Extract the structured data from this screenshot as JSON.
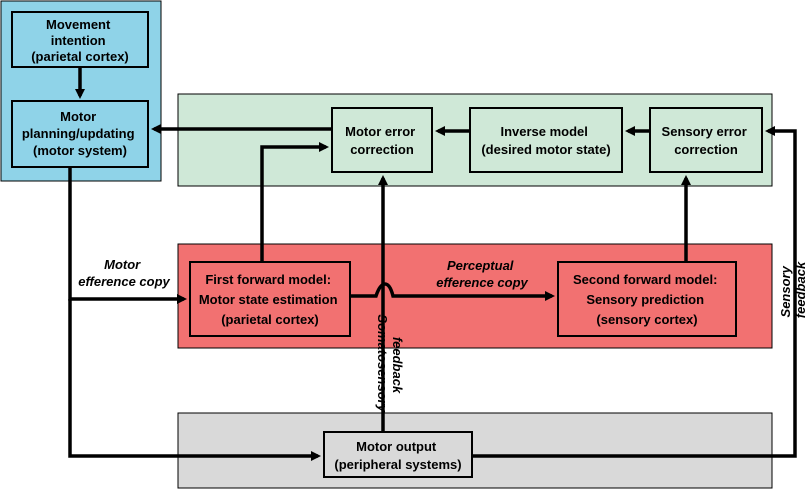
{
  "nodes": {
    "movement_intention": [
      "Movement",
      "intention",
      "(parietal cortex)"
    ],
    "motor_planning": [
      "Motor",
      "planning/updating",
      "(motor system)"
    ],
    "motor_error": [
      "Motor error",
      "correction"
    ],
    "inverse_model": [
      "Inverse model",
      "(desired motor state)"
    ],
    "sensory_error": [
      "Sensory error",
      "correction"
    ],
    "first_forward": [
      "First forward model:",
      "Motor state estimation",
      "(parietal cortex)"
    ],
    "second_forward": [
      "Second forward model:",
      "Sensory prediction",
      "(sensory cortex)"
    ],
    "motor_output": [
      "Motor output",
      "(peripheral systems)"
    ]
  },
  "labels": {
    "motor_efference": [
      "Motor",
      "efference copy"
    ],
    "perceptual_efference": [
      "Perceptual",
      "efference copy"
    ],
    "somatosensory": [
      "Somatosensory",
      "feedback"
    ],
    "sensory_feedback": [
      "Sensory",
      "feedback"
    ]
  },
  "colors": {
    "blue_region": "#8fd3e8",
    "green_region": "#cfe8d7",
    "red_region": "#f27171",
    "gray_region": "#d9d9d9"
  }
}
